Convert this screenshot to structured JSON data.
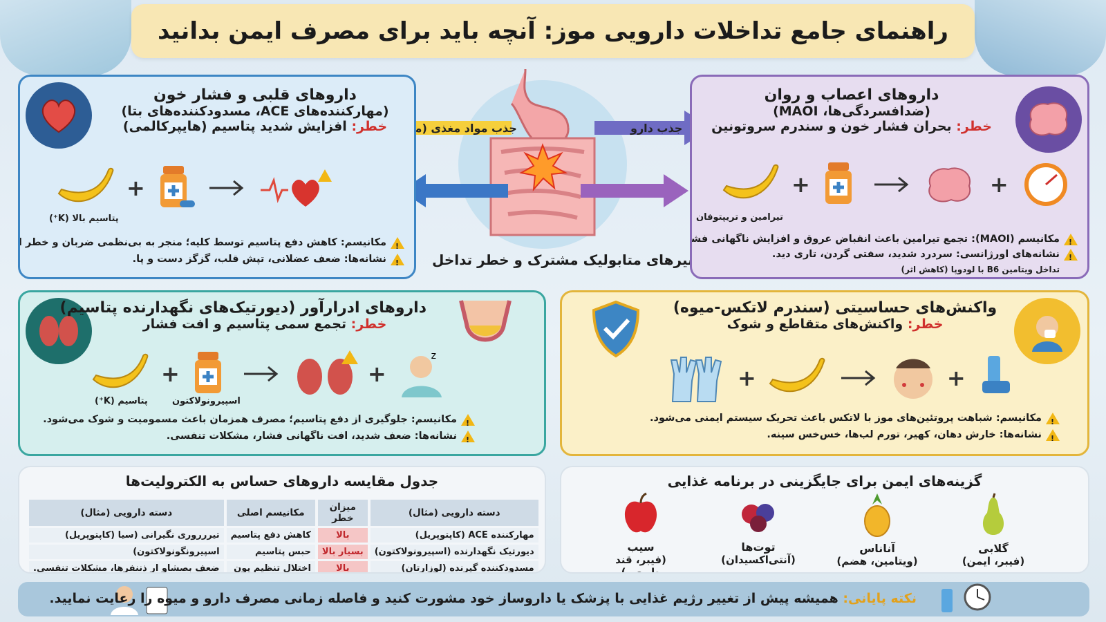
{
  "title": "راهنمای جامع تداخلات دارویی موز: آنچه باید برای مصرف ایمن بدانید",
  "cardio": {
    "title": "داروهای قلبی و فشار خون",
    "subtitle": "(مهارکننده‌های ACE، مسدودکننده‌های بتا)",
    "risk_label": "خطر:",
    "risk_text": "افزایش شدید پتاسیم (هایپرکالمی)",
    "banana_caption": "پتاسیم بالا (K⁺)",
    "mechanism": "مکانیسم: کاهش دفع پتاسیم توسط کلیه؛ منجر به بی‌نظمی ضربان و خطر ایست قلبی.",
    "symptoms": "نشانه‌ها: ضعف عضلانی، تپش قلب، گزگز دست و پا."
  },
  "neuro": {
    "title": "داروهای اعصاب و روان",
    "subtitle": "(ضدافسردگی‌ها، MAOI)",
    "risk_label": "خطر:",
    "risk_text": "بحران فشار خون و سندرم سروتونین",
    "banana_caption": "تیرامین و تریپتوفان",
    "mechanism": "مکانیسم (MAOI): تجمع تیرامین باعث انقباض عروق و افزایش ناگهانی فشار خون می‌شود.",
    "symptoms": "نشانه‌های اورژانسی: سردرد شدید، سفتی گردن، تاری دید.",
    "note": "تداخل ویتامین B6 با لودوپا (کاهش اثر)"
  },
  "center": {
    "caption": "مسیرهای متابولیک مشترک و خطر تداخل",
    "label_food": "جذب مواد مغذی (موز)",
    "label_drug": "جذب دارو"
  },
  "diuretic": {
    "title": "داروهای ادرارآور (دیورتیک‌های نگهدارنده پتاسیم)",
    "risk_label": "خطر:",
    "risk_text": "تجمع سمی پتاسیم و افت فشار",
    "banana_caption": "پتاسیم (K⁺)",
    "pill_caption": "اسپیرونولاکتون",
    "mechanism": "مکانیسم: جلوگیری از دفع پتاسیم؛ مصرف همزمان باعث مسمومیت و شوک می‌شود.",
    "symptoms": "نشانه‌ها: ضعف شدید، افت ناگهانی فشار، مشکلات تنفسی."
  },
  "allergy": {
    "title": "واکنش‌های حساسیتی (سندرم لاتکس-میوه)",
    "risk_label": "خطر:",
    "risk_text": "واکنش‌های متقاطع و شوک",
    "mechanism": "مکانیسم: شباهت پروتئین‌های موز با لاتکس باعث تحریک سیستم ایمنی می‌شود.",
    "symptoms": "نشانه‌ها: خارش دهان، کهیر، تورم لب‌ها، خس‌خس سینه."
  },
  "table": {
    "title": "جدول مقایسه داروهای حساس به الکترولیت‌ها",
    "headers": [
      "دسته دارویی (مثال)",
      "میزان خطر",
      "مکانیسم اصلی",
      "دسته دارویی (مثال)"
    ],
    "rows": [
      [
        "مهارکننده ACE (کاپتوپریل)",
        "بالا",
        "کاهش دفع پتاسیم",
        "تیررروری نگیرانی (سیا (کاپتوپریل)"
      ],
      [
        "دیورتیک نگهدارنده (اسپیرونولاکتون)",
        "بسیار بالا",
        "حبس پتاسیم",
        "اسپیرونگونولاکتون)"
      ],
      [
        "مسدودکننده گیرنده (لوزارتان)",
        "بالا",
        "اختلال تنظیم یون",
        "ضعف بصشاو ار ذننفرها، مشکلات تنفسی."
      ]
    ]
  },
  "alternatives": {
    "title": "گزینه‌های ایمن برای جایگزینی در برنامه غذایی",
    "items": [
      {
        "name": "سیب",
        "desc": "(فیبر، قند طبیعی)",
        "color": "#d8262c"
      },
      {
        "name": "توت‌ها",
        "desc": "(آنتی‌اکسیدان)",
        "color": "#a8213f"
      },
      {
        "name": "آناناس",
        "desc": "(ویتامین، هضم)",
        "color": "#f2b62a"
      },
      {
        "name": "گلابی",
        "desc": "(فیبر، ایمن)",
        "color": "#b5cc3c"
      }
    ]
  },
  "footer": {
    "label": "نکته پایانی:",
    "text": "همیشه پیش از تغییر رژیم غذایی با پزشک یا داروساز خود مشورت کنید و فاصله زمانی مصرف دارو و میوه را رعایت نمایید."
  },
  "colors": {
    "risk": "#d0312d",
    "banana": "#f4c21b",
    "cardio_border": "#3d86c4",
    "neuro_border": "#8a6bb8",
    "diuretic_border": "#3aa6a0",
    "allergy_border": "#e3b53b"
  }
}
